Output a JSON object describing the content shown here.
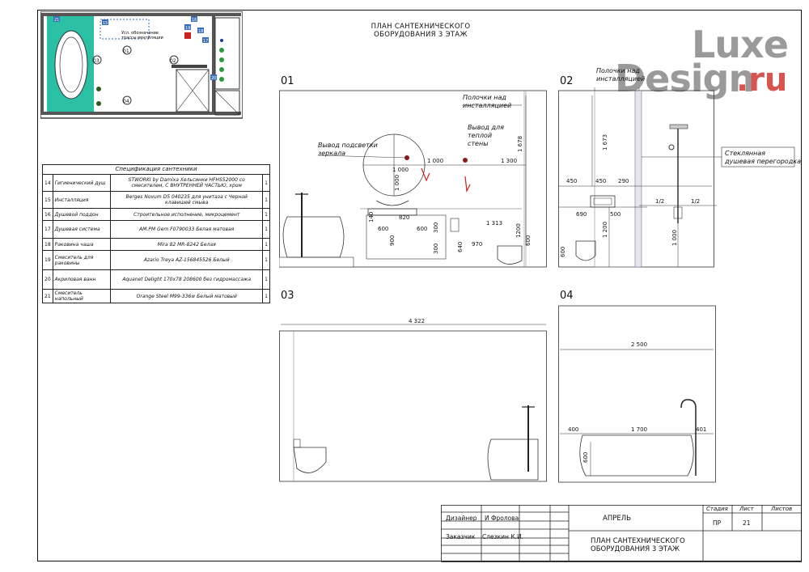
{
  "sheet_title": [
    "ПЛАН САНТЕХНИЧЕСКОГО",
    "ОБОРУДОВАНИЯ 3 ЭТАЖ"
  ],
  "logo": {
    "line1": "Luxe",
    "line2": "Design",
    "suffix": ".ru"
  },
  "plan": {
    "legend": [
      "Усл. обозначение",
      "трассы вентиляции"
    ],
    "markers": [
      "15",
      "16",
      "17",
      "18",
      "19",
      "20",
      "21",
      "01",
      "02",
      "03",
      "04"
    ]
  },
  "views": {
    "v01": {
      "label": "01",
      "annotations": {
        "mirror_light": [
          "Вывод подсветки",
          "зеркала"
        ],
        "shelves": [
          "Полочки над",
          "инсталляцией"
        ],
        "warm_wall": [
          "Вывод для",
          "теплой",
          "стены"
        ]
      },
      "dims": [
        "1 000",
        "1 000",
        "1 000",
        "1 300",
        "1 678",
        "820",
        "600",
        "600",
        "140",
        "300",
        "1 313",
        "900",
        "300",
        "640",
        "970",
        "1200",
        "600"
      ]
    },
    "v02": {
      "label": "02",
      "annotations": {
        "shelves": [
          "Полочки над",
          "инсталляцией"
        ],
        "glass": [
          "Стеклянная",
          "душевая перегородка"
        ]
      },
      "dims": [
        "1 673",
        "450",
        "450",
        "290",
        "690",
        "500",
        "1/2",
        "1/2",
        "1 200",
        "600",
        "1 000"
      ]
    },
    "v03": {
      "label": "03",
      "dims": [
        "4 322"
      ]
    },
    "v04": {
      "label": "04",
      "dims": [
        "2 500",
        "400",
        "1 700",
        "401",
        "600"
      ]
    }
  },
  "spec": {
    "caption": "Спецификация сантехники",
    "rows": [
      {
        "num": "14",
        "name": "Гигиенический душ",
        "desc": "STWORKI by Damixa Хельсинки HFHS52000 со смесителем, С ВНУТРЕННЕЙ ЧАСТЬЮ, хром",
        "qty": "1"
      },
      {
        "num": "15",
        "name": "Инсталляция",
        "desc": "Berges Novum D5 040235 для унитаза с Черной клавишей смыва",
        "qty": "1"
      },
      {
        "num": "16",
        "name": "Душевой поддон",
        "desc": "Строительное исполнение, микроцемент",
        "qty": "1"
      },
      {
        "num": "17",
        "name": "Душевая система",
        "desc": "AM.PM Gem F0790033 Белая матовая",
        "qty": "1"
      },
      {
        "num": "18",
        "name": "Раковина чаша",
        "desc": "Mira 82 MR-8242 Белая",
        "qty": "1"
      },
      {
        "num": "19",
        "name": "Смеситель для раковины",
        "desc": "Azario Treya AZ-156845526 Белый",
        "qty": "1"
      },
      {
        "num": "20",
        "name": "Акриловая ванн",
        "desc": "Aquanet Delight 170x78 208600 без гидромассажа",
        "qty": "1"
      },
      {
        "num": "21",
        "name": "Смеситель напольный",
        "desc": "Orange Steel M99-336w Белый матовый",
        "qty": "1"
      }
    ]
  },
  "title_block": {
    "designer_label": "Дизайнер",
    "designer_name": "И Фролова",
    "client_label": "Заказчик",
    "client_name": "Слезкин К.И.",
    "project": "АПРЕЛЬ",
    "drawing_title": [
      "ПЛАН САНТЕХНИЧЕСКОГО",
      "ОБОРУДОВАНИЯ 3 ЭТАЖ"
    ],
    "stage_label": "Стадия",
    "sheet_label": "Лист",
    "sheets_label": "Листов",
    "stage": "ПР",
    "sheet": "21",
    "sheets": ""
  },
  "colors": {
    "teal": "#2bbfa4",
    "red_marker": "#cc2222",
    "plan_blue": "#3a6fb8",
    "accent_green": "#2f9a3a"
  }
}
